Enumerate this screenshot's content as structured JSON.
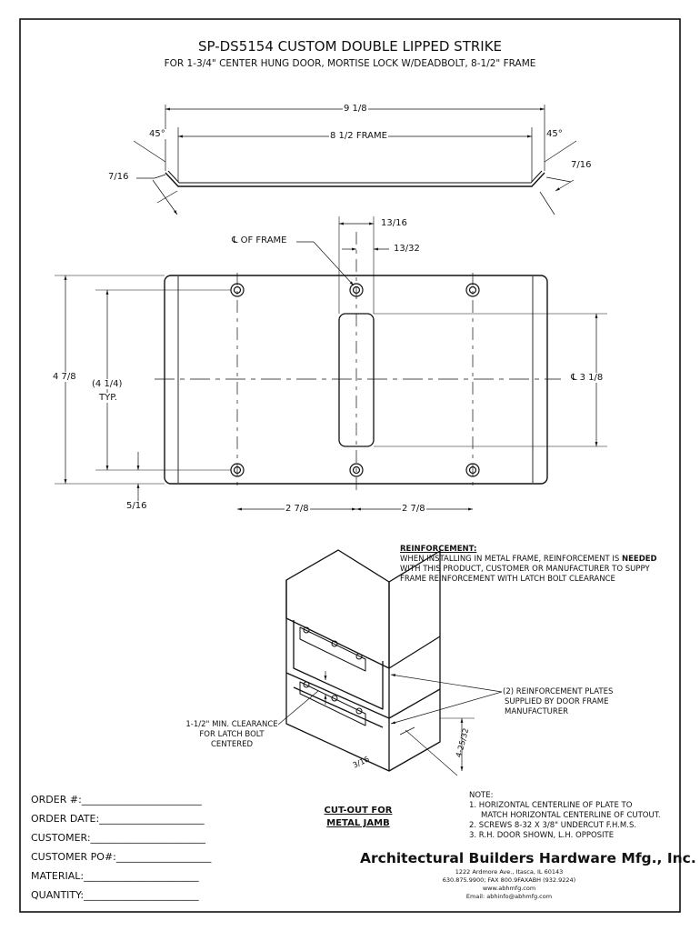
{
  "title": "SP-DS5154 CUSTOM DOUBLE LIPPED STRIKE",
  "subtitle": "FOR 1-3/4\" CENTER HUNG DOOR, MORTISE LOCK W/DEADBOLT, 8-1/2\" FRAME",
  "profile": {
    "overall": "9 1/8",
    "frame": "8 1/2 FRAME",
    "angle_left": "45°",
    "angle_right": "45°",
    "lip_left": "7/16",
    "lip_right": "7/16"
  },
  "front": {
    "frame_centerline": "℄ OF FRAME",
    "slot_offset": "13/16",
    "slot_width": "13/32",
    "height": "4 7/8",
    "hole_spacing": "(4 1/4)",
    "hole_spacing_note": "TYP.",
    "slot_height": "℄ 3 1/8",
    "edge_offset": "5/16",
    "spacing_left": "2 7/8",
    "spacing_right": "2 7/8"
  },
  "reinforcement": {
    "heading": "REINFORCEMENT:",
    "line1_pre": "WHEN INSTALLING IN METAL FRAME, REINFORCEMENT IS ",
    "line1_bold": "NEEDED",
    "line2": "WITH THIS PRODUCT, CUSTOMER OR MANUFACTURER TO SUPPY",
    "line3": "FRAME REINFORCEMENT WITH LATCH BOLT CLEARANCE"
  },
  "cutout": {
    "plates_1": "(2) REINFORCEMENT PLATES",
    "plates_2": "SUPPLIED BY DOOR FRAME",
    "plates_3": "MANUFACTURER",
    "clearance_1": "1-1/2\" MIN. CLEARANCE",
    "clearance_2": "FOR LATCH BOLT",
    "clearance_3": "CENTERED",
    "dim_a": "3/16",
    "dim_b": "4-25/32"
  },
  "cutout_label_1": "CUT-OUT FOR",
  "cutout_label_2": "METAL JAMB",
  "notes": [
    "NOTE:",
    "1. HORIZONTAL CENTERLINE OF PLATE TO",
    "MATCH HORIZONTAL CENTERLINE OF CUTOUT.",
    "2. SCREWS 8-32 X 3/8\" UNDERCUT F.H.M.S.",
    "3. R.H. DOOR SHOWN, L.H. OPPOSITE"
  ],
  "order_fields": [
    "ORDER #:________________________",
    "ORDER DATE:_____________________",
    "CUSTOMER:_______________________",
    "CUSTOMER PO#:___________________",
    "MATERIAL:_______________________",
    "QUANTITY:_______________________"
  ],
  "company": {
    "name": "Architectural Builders Hardware Mfg., Inc.",
    "address": "1222 Ardmore Ave., Itasca, IL 60143",
    "phone": "630.875.9900; FAX 800.9FAXABH (932.9224)",
    "web": "www.abhmfg.com",
    "email": "Email: abhinfo@abhmfg.com"
  }
}
